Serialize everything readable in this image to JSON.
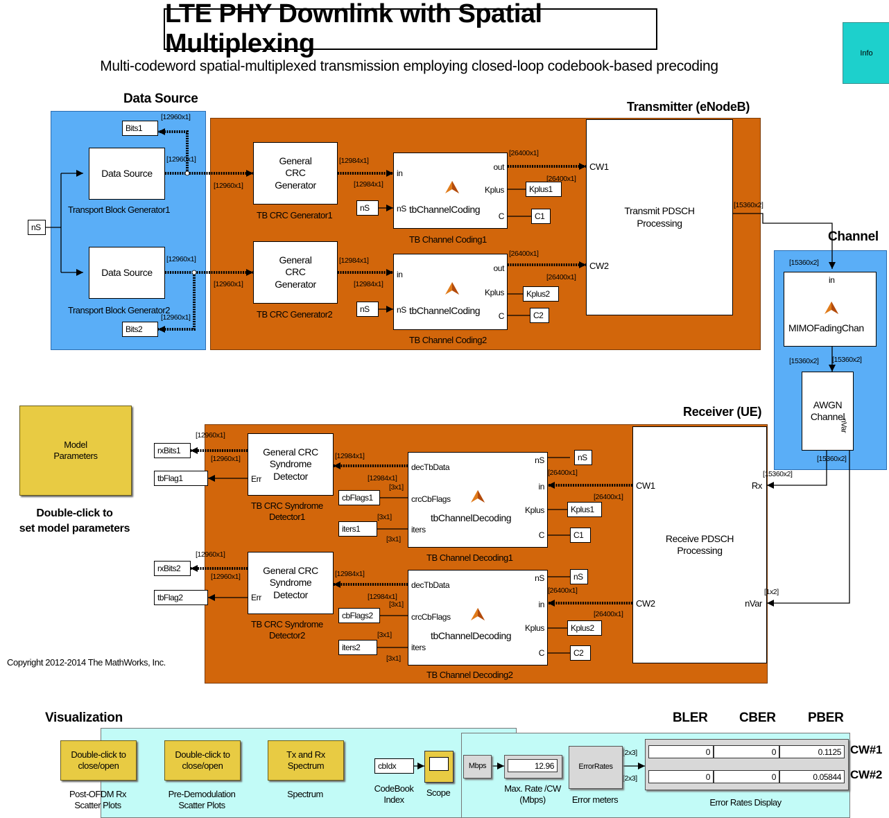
{
  "title": "LTE PHY Downlink with Spatial Multiplexing",
  "subtitle": "Multi-codeword spatial-multiplexed transmission employing closed-loop codebook-based precoding",
  "info_button": "Info",
  "sections": {
    "data_source": "Data Source",
    "transmitter": "Transmitter (eNodeB)",
    "channel": "Channel",
    "receiver": "Receiver (UE)",
    "visualization": "Visualization"
  },
  "data_source": {
    "block_label": "Data Source",
    "generator1": "Transport Block Generator1",
    "generator2": "Transport Block Generator2",
    "bits1": "Bits1",
    "bits2": "Bits2",
    "ns": "nS"
  },
  "transmitter": {
    "crc_block": [
      "General",
      "CRC",
      "Generator"
    ],
    "crc_gen1": "TB CRC Generator1",
    "crc_gen2": "TB CRC Generator2",
    "coding_fn": "tbChannelCoding",
    "coding1": "TB Channel Coding1",
    "coding2": "TB Channel Coding2",
    "port_in": "in",
    "port_ns": "nS",
    "port_out": "out",
    "port_kplus": "Kplus",
    "port_c": "C",
    "kplus1": "Kplus1",
    "kplus2": "Kplus2",
    "c1": "C1",
    "c2": "C2",
    "pdsch": [
      "Transmit PDSCH",
      "Processing"
    ],
    "cw1": "CW1",
    "cw2": "CW2"
  },
  "channel": {
    "mimo": "MIMOFadingChan",
    "awgn": [
      "AWGN",
      "Channel"
    ],
    "nvar": "nVar",
    "port_in": "in"
  },
  "receiver": {
    "crc_det": [
      "General CRC",
      "Syndrome",
      "Detector"
    ],
    "err": "Err",
    "det1": [
      "TB CRC Syndrome",
      "Detector1"
    ],
    "det2": [
      "TB CRC Syndrome",
      "Detector2"
    ],
    "rxbits1": "rxBits1",
    "rxbits2": "rxBits2",
    "tbflag1": "tbFlag1",
    "tbflag2": "tbFlag2",
    "cbflags1": "cbFlags1",
    "cbflags2": "cbFlags2",
    "iters1": "iters1",
    "iters2": "iters2",
    "decoding_fn": "tbChannelDecoding",
    "decoding1": "TB Channel Decoding1",
    "decoding2": "TB Channel Decoding2",
    "port_dectb": "decTbData",
    "port_crccb": "crcCbFlags",
    "port_iters": "iters",
    "port_ns": "nS",
    "port_in": "in",
    "port_kplus": "Kplus",
    "port_c": "C",
    "ns": "nS",
    "kplus1": "Kplus1",
    "kplus2": "Kplus2",
    "c1": "C1",
    "c2": "C2",
    "pdsch": [
      "Receive PDSCH",
      "Processing"
    ],
    "cw1": "CW1",
    "cw2": "CW2",
    "rx": "Rx",
    "nvar": "nVar"
  },
  "signals": {
    "s12960": "[12960x1]",
    "s12984": "[12984x1]",
    "s26400": "[26400x1]",
    "s15360": "[15360x2]",
    "s3x1": "[3x1]",
    "s1x2": "[1x2]",
    "s2x3": "[2x3]"
  },
  "model_params": {
    "label": [
      "Model",
      "Parameters"
    ],
    "hint": [
      "Double-click to",
      "set model parameters"
    ]
  },
  "copyright": "Copyright 2012-2014 The MathWorks, Inc.",
  "visualization": {
    "btn1": [
      "Double-click to",
      "close/open"
    ],
    "btn1_caption": [
      "Post-OFDM Rx",
      "Scatter Plots"
    ],
    "btn2": [
      "Double-click to",
      "close/open"
    ],
    "btn2_caption": [
      "Pre-Demodulation",
      "Scatter Plots"
    ],
    "btn3": [
      "Tx and Rx",
      "Spectrum"
    ],
    "btn3_caption": "Spectrum",
    "cbidx": "cbIdx",
    "codebook_caption": [
      "CodeBook",
      "Index"
    ],
    "scope_caption": "Scope",
    "mbps": "Mbps",
    "rate_value": "12.96",
    "rate_caption": [
      "Max. Rate /CW",
      "(Mbps)"
    ],
    "error_rates": "ErrorRates",
    "error_caption": "Error meters",
    "display_caption": "Error Rates Display",
    "col_headers": [
      "BLER",
      "CBER",
      "PBER"
    ],
    "row_labels": [
      "CW#1",
      "CW#2"
    ],
    "table": [
      [
        "0",
        "0",
        "0.1125"
      ],
      [
        "0",
        "0",
        "0.05844"
      ]
    ]
  }
}
